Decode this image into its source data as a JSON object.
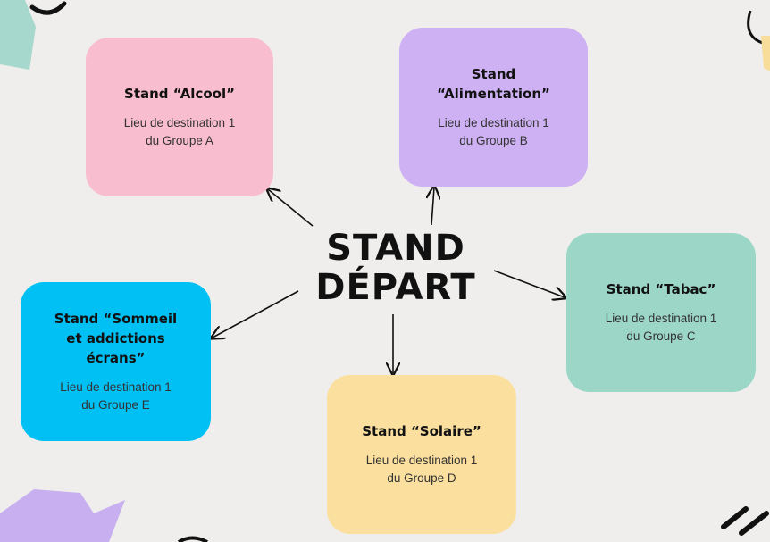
{
  "center": {
    "label": "STAND\nDÉPART"
  },
  "stands": {
    "alcool": {
      "title": "Stand “Alcool”",
      "subtitle": "Lieu de destination 1\ndu Groupe A"
    },
    "alimentation": {
      "title": "Stand\n“Alimentation”",
      "subtitle": "Lieu de destination 1\ndu Groupe B"
    },
    "tabac": {
      "title": "Stand “Tabac”",
      "subtitle": "Lieu de destination 1\ndu Groupe C"
    },
    "sommeil": {
      "title": "Stand “Sommeil\net addictions\nécrans”",
      "subtitle": "Lieu de destination 1\ndu Groupe E"
    },
    "solaire": {
      "title": "Stand “Solaire”",
      "subtitle": "Lieu de destination 1\ndu Groupe D"
    }
  },
  "colors": {
    "background": "#efeeec",
    "alcool": "#f9bdd0",
    "alimentation": "#cdb1f3",
    "tabac": "#9bd6c7",
    "sommeil": "#00c0f4",
    "solaire": "#fbdf9e",
    "arrow": "#111111"
  }
}
